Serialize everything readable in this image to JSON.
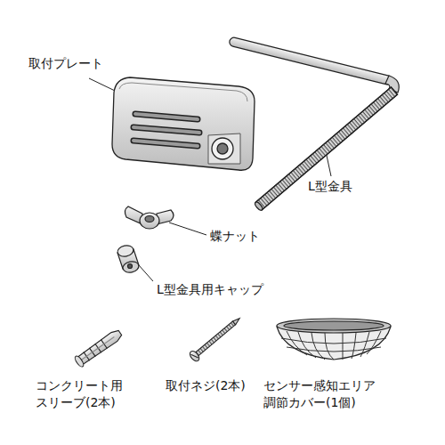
{
  "diagram": {
    "labels": [
      "取付プレート",
      "L型金具",
      "蝶ナット",
      "L型金具用キャップ",
      "コンクリート用 スリーブ(2本)",
      "取付ネジ(2本)",
      "センサー感知エリア 調節カバー(1個)"
    ]
  }
}
